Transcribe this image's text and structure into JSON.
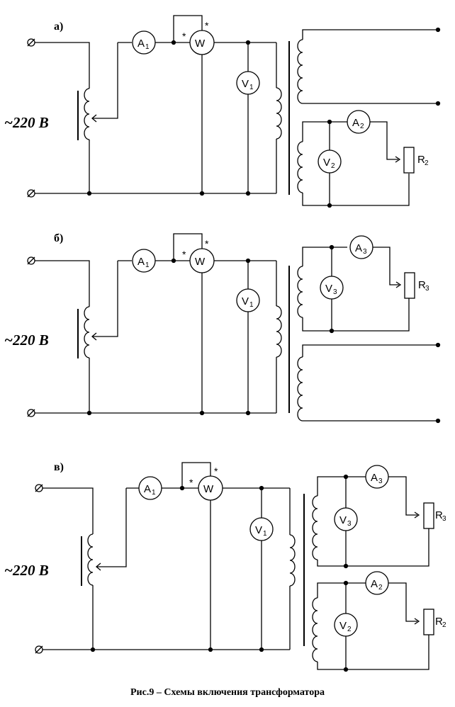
{
  "caption": "Рис.9 – Схемы включения трансформатора",
  "panels": [
    {
      "letter": "а)",
      "voltage": "~220 В",
      "meters": {
        "ammeter_primary": {
          "main": "A",
          "sub": "1"
        },
        "wattmeter": {
          "main": "W"
        },
        "voltmeter_primary": {
          "main": "V",
          "sub": "1"
        },
        "ammeter_load": {
          "main": "A",
          "sub": "2"
        },
        "voltmeter_load": {
          "main": "V",
          "sub": "2"
        },
        "resistor": {
          "main": "R",
          "sub": "2"
        }
      },
      "star": "*"
    },
    {
      "letter": "б)",
      "voltage": "~220 В",
      "meters": {
        "ammeter_primary": {
          "main": "A",
          "sub": "1"
        },
        "wattmeter": {
          "main": "W"
        },
        "voltmeter_primary": {
          "main": "V",
          "sub": "1"
        },
        "ammeter_load": {
          "main": "A",
          "sub": "3"
        },
        "voltmeter_load": {
          "main": "V",
          "sub": "3"
        },
        "resistor": {
          "main": "R",
          "sub": "3"
        }
      },
      "star": "*"
    },
    {
      "letter": "в)",
      "voltage": "~220 В",
      "meters": {
        "ammeter_primary": {
          "main": "A",
          "sub": "1"
        },
        "wattmeter": {
          "main": "W"
        },
        "voltmeter_primary": {
          "main": "V",
          "sub": "1"
        },
        "ammeter_load_top": {
          "main": "A",
          "sub": "3"
        },
        "voltmeter_load_top": {
          "main": "V",
          "sub": "3"
        },
        "resistor_top": {
          "main": "R",
          "sub": "3"
        },
        "ammeter_load_bottom": {
          "main": "A",
          "sub": "2"
        },
        "voltmeter_load_bottom": {
          "main": "V",
          "sub": "2"
        },
        "resistor_bottom": {
          "main": "R",
          "sub": "2"
        }
      },
      "star": "*"
    }
  ]
}
